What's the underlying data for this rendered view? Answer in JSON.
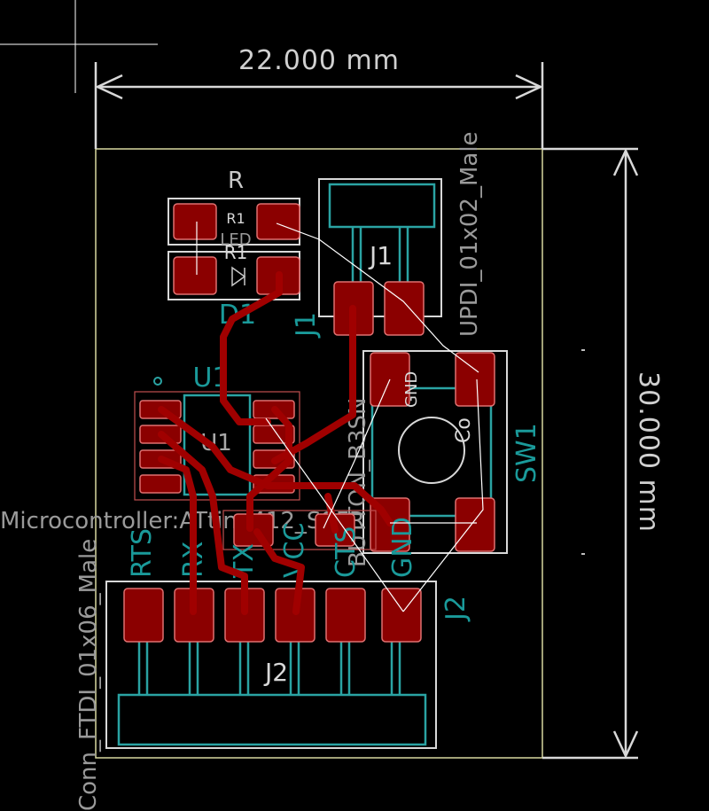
{
  "dimensions": {
    "width_label": "22.000 mm",
    "height_label": "30.000 mm"
  },
  "components": {
    "r1": {
      "value": "R",
      "ref_fab": "R1",
      "ref_silk": "R1"
    },
    "d1": {
      "ref": "D1",
      "value": "LED"
    },
    "j1": {
      "ref": "J1",
      "ref_fab": "J1",
      "value": "UPDI_01x02_Male"
    },
    "u1": {
      "ref": "U1",
      "ref_fab": "U1",
      "value": "Microcontroller:ATtiny412_SSFR"
    },
    "sw1": {
      "ref": "SW1",
      "value": "BUTTON_B3SN"
    },
    "j2": {
      "ref": "J2",
      "ref_fab": "J2",
      "value": "Conn_FTDI_01x06_Male"
    }
  },
  "pad_labels": {
    "rts": "RTS",
    "rx": "RX",
    "tx": "TX",
    "vcc": "VCC",
    "cts": "CTS",
    "gnd": "GND",
    "sw_gnd": "GND",
    "sw_co": "Co"
  },
  "colors": {
    "background": "#000000",
    "copper": "#8b0000",
    "silkscreen": "#1a9a9a",
    "fab": "#d8d8d8",
    "edge_cuts": "#d8d8a0"
  }
}
